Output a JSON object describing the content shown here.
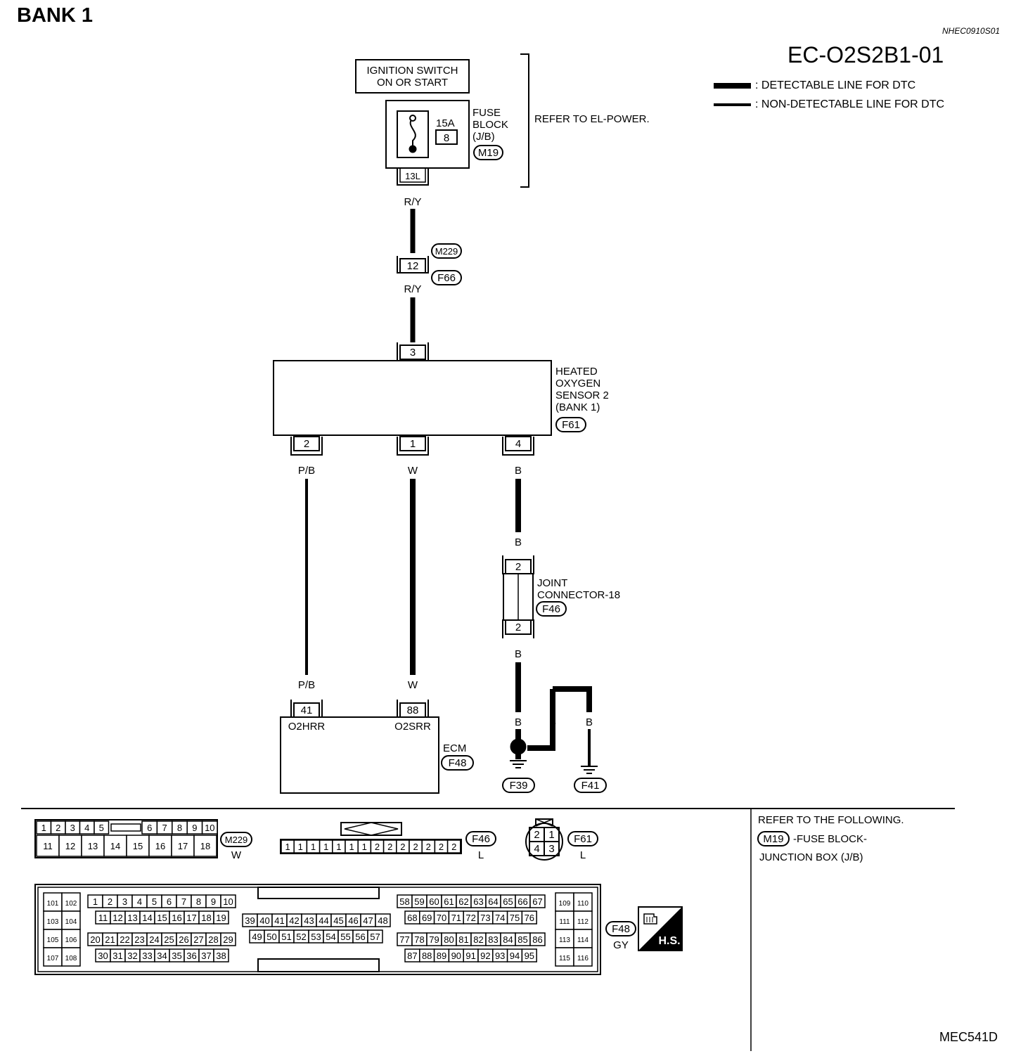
{
  "header": {
    "bank": "BANK 1",
    "ref_code": "NHEC0910S01",
    "diagram_code": "EC-O2S2B1-01",
    "legend": [
      {
        "text": ": DETECTABLE LINE FOR DTC"
      },
      {
        "text": ": NON-DETECTABLE LINE FOR DTC"
      }
    ]
  },
  "power": {
    "ignition_line1": "IGNITION SWITCH",
    "ignition_line2": "ON OR START",
    "fuse_amp": "15A",
    "fuse_no": "8",
    "fuse_block_line1": "FUSE",
    "fuse_block_line2": "BLOCK",
    "fuse_block_line3": "(J/B)",
    "fuse_block_conn": "M19",
    "fuse_pin": "13L",
    "refer_note": "REFER TO EL-POWER."
  },
  "wiring": {
    "ry_top": "R/Y",
    "inline_conn_upper": "M229",
    "inline_pin": "12",
    "inline_conn_lower": "F66",
    "ry_bottom": "R/Y",
    "sensor_pin_top": "3",
    "sensor_line1": "HEATED",
    "sensor_line2": "OXYGEN",
    "sensor_line3": "SENSOR 2",
    "sensor_line4": "(BANK 1)",
    "sensor_conn": "F61",
    "sensor_pins_bottom": [
      "2",
      "1",
      "4"
    ],
    "wire_colors_top": [
      "P/B",
      "W",
      "B"
    ],
    "joint_wire_top": "B",
    "joint_pin_top": "2",
    "joint_line1": "JOINT",
    "joint_line2": "CONNECTOR-18",
    "joint_conn": "F46",
    "joint_pin_bottom": "2",
    "joint_wire_bottom": "B",
    "ecm_wire_colors": [
      "P/B",
      "W"
    ],
    "ecm_pins": [
      "41",
      "88"
    ],
    "ecm_terms": [
      "O2HRR",
      "O2SRR"
    ],
    "ecm_label": "ECM",
    "ecm_conn": "F48",
    "ground_wires": [
      "B",
      "B",
      "B"
    ],
    "ground_conns": [
      "F39",
      "F41"
    ]
  },
  "connectors": {
    "m229": {
      "id": "M229",
      "color": "W",
      "row1": [
        "1",
        "2",
        "3",
        "4",
        "5",
        "6",
        "7",
        "8",
        "9",
        "10"
      ],
      "row2": [
        "11",
        "12",
        "13",
        "14",
        "15",
        "16",
        "17",
        "18"
      ]
    },
    "f46": {
      "id": "F46",
      "color": "L",
      "pins": [
        "1",
        "1",
        "1",
        "1",
        "1",
        "1",
        "1",
        "2",
        "2",
        "2",
        "2",
        "2",
        "2",
        "2"
      ]
    },
    "f61": {
      "id": "F61",
      "color": "L",
      "pins": [
        "2",
        "1",
        "4",
        "3"
      ]
    },
    "f48": {
      "id": "F48",
      "color": "GY",
      "left_block": [
        "101",
        "102",
        "103",
        "104",
        "105",
        "106",
        "107",
        "108"
      ],
      "right_block": [
        "109",
        "110",
        "111",
        "112",
        "113",
        "114",
        "115",
        "116"
      ],
      "row_a1": [
        "1",
        "2",
        "3",
        "4",
        "5",
        "6",
        "7",
        "8",
        "9",
        "10"
      ],
      "row_a2": [
        "11",
        "12",
        "13",
        "14",
        "15",
        "16",
        "17",
        "18",
        "19"
      ],
      "row_a3": [
        "20",
        "21",
        "22",
        "23",
        "24",
        "25",
        "26",
        "27",
        "28",
        "29"
      ],
      "row_a4": [
        "30",
        "31",
        "32",
        "33",
        "34",
        "35",
        "36",
        "37",
        "38"
      ],
      "row_b1": [
        "39",
        "40",
        "41",
        "42",
        "43",
        "44",
        "45",
        "46",
        "47",
        "48"
      ],
      "row_b2": [
        "49",
        "50",
        "51",
        "52",
        "53",
        "54",
        "55",
        "56",
        "57"
      ],
      "row_c1": [
        "58",
        "59",
        "60",
        "61",
        "62",
        "63",
        "64",
        "65",
        "66",
        "67"
      ],
      "row_c2": [
        "68",
        "69",
        "70",
        "71",
        "72",
        "73",
        "74",
        "75",
        "76"
      ],
      "row_c3": [
        "77",
        "78",
        "79",
        "80",
        "81",
        "82",
        "83",
        "84",
        "85",
        "86"
      ],
      "row_c4": [
        "87",
        "88",
        "89",
        "90",
        "91",
        "92",
        "93",
        "94",
        "95"
      ],
      "hs_label": "H.S."
    }
  },
  "refer_box": {
    "title": "REFER TO THE FOLLOWING.",
    "conn": "M19",
    "line1": "-FUSE BLOCK-",
    "line2": "JUNCTION BOX (J/B)"
  },
  "figure_id": "MEC541D"
}
